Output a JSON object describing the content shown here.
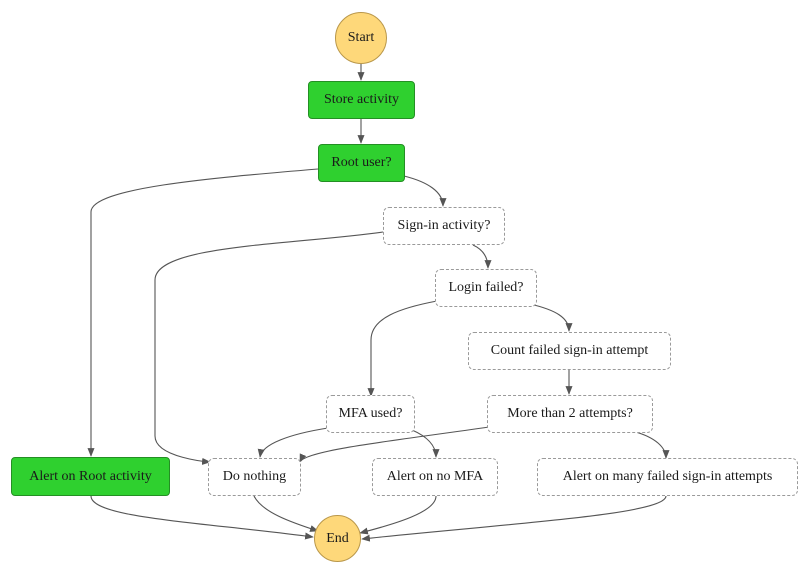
{
  "diagram": {
    "nodes": {
      "start": "Start",
      "store_activity": "Store activity",
      "root_user": "Root user?",
      "signin_activity": "Sign-in activity?",
      "login_failed": "Login failed?",
      "count_failed": "Count failed sign-in attempt",
      "mfa_used": "MFA used?",
      "more_than_2": "More than 2 attempts?",
      "alert_root": "Alert on Root activity",
      "do_nothing": "Do nothing",
      "alert_no_mfa": "Alert on no MFA",
      "alert_many_failed": "Alert on many failed sign-in attempts",
      "end": "End"
    },
    "edges": [
      {
        "from": "start",
        "to": "store_activity"
      },
      {
        "from": "store_activity",
        "to": "root_user"
      },
      {
        "from": "root_user",
        "to": "alert_root"
      },
      {
        "from": "root_user",
        "to": "signin_activity"
      },
      {
        "from": "signin_activity",
        "to": "do_nothing"
      },
      {
        "from": "signin_activity",
        "to": "login_failed"
      },
      {
        "from": "login_failed",
        "to": "mfa_used"
      },
      {
        "from": "login_failed",
        "to": "count_failed"
      },
      {
        "from": "count_failed",
        "to": "more_than_2"
      },
      {
        "from": "more_than_2",
        "to": "do_nothing"
      },
      {
        "from": "more_than_2",
        "to": "alert_many_failed"
      },
      {
        "from": "mfa_used",
        "to": "do_nothing"
      },
      {
        "from": "mfa_used",
        "to": "alert_no_mfa"
      },
      {
        "from": "alert_root",
        "to": "end"
      },
      {
        "from": "do_nothing",
        "to": "end"
      },
      {
        "from": "alert_no_mfa",
        "to": "end"
      },
      {
        "from": "alert_many_failed",
        "to": "end"
      }
    ],
    "colors": {
      "terminal_fill": "#fed87a",
      "state_fill": "#2fd02f",
      "choice_border": "#9a9a9a",
      "edge": "#555555"
    }
  }
}
